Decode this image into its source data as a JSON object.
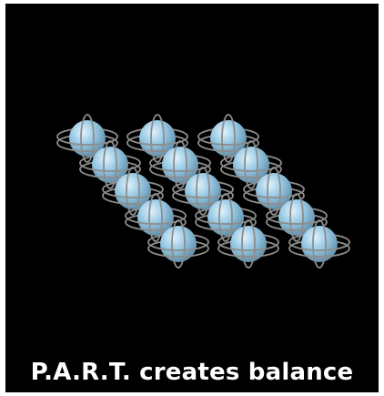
{
  "caption": {
    "text": "P.A.R.T. creates balance"
  },
  "colors": {
    "background": "#000000",
    "sphere_light": "#e3f2fb",
    "sphere_mid": "#9ccce6",
    "sphere_dark": "#5f8fab",
    "ring": "#8d8d8d"
  },
  "scene": {
    "object": "sphere-with-rings",
    "columns": 3,
    "rows_per_column": 5,
    "count": 15
  }
}
